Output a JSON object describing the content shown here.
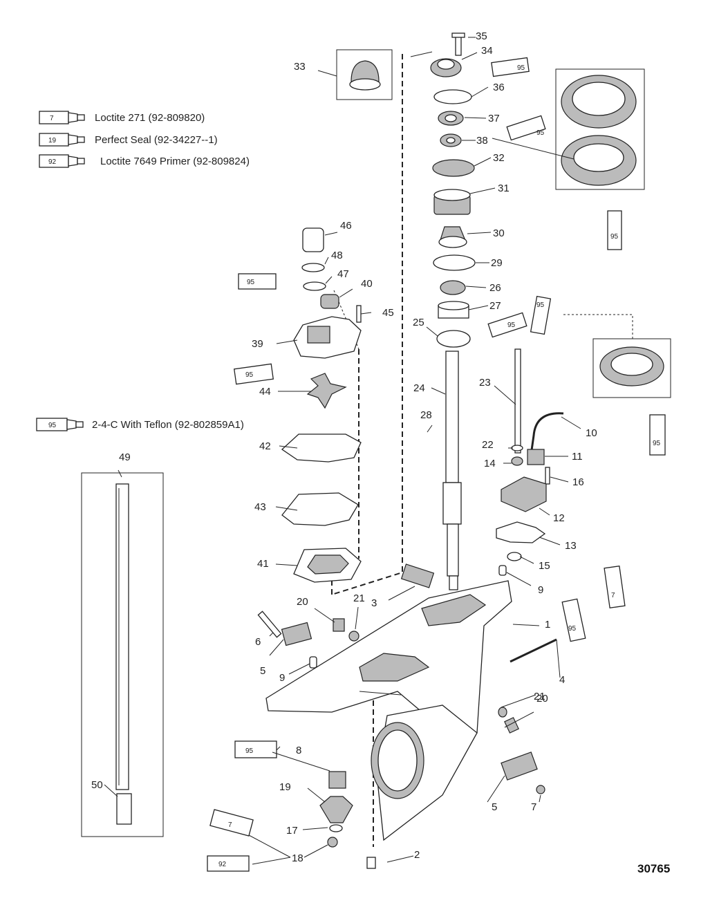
{
  "legend": [
    {
      "tube": "7",
      "text": "Loctite 271 (92-809820)"
    },
    {
      "tube": "19",
      "text": "Perfect Seal (92-34227--1)"
    },
    {
      "tube": "92",
      "text": "Loctite 7649 Primer (92-809824)"
    },
    {
      "tube": "95",
      "text": "2-4-C With Teflon (92-802859A1)"
    }
  ],
  "figure_number": "30765",
  "callouts": [
    "1",
    "2",
    "3",
    "4",
    "5",
    "5",
    "6",
    "7",
    "7",
    "8",
    "9",
    "9",
    "10",
    "11",
    "12",
    "13",
    "14",
    "15",
    "16",
    "17",
    "18",
    "19",
    "20",
    "20",
    "21",
    "21",
    "22",
    "23",
    "24",
    "25",
    "26",
    "27",
    "28",
    "29",
    "30",
    "31",
    "32",
    "33",
    "34",
    "35",
    "36",
    "37",
    "38",
    "39",
    "40",
    "41",
    "42",
    "43",
    "44",
    "45",
    "46",
    "47",
    "48",
    "49",
    "50"
  ],
  "tube_labels": [
    "95",
    "95",
    "95",
    "95",
    "95",
    "95",
    "95",
    "95",
    "95",
    "7",
    "7",
    "92"
  ]
}
